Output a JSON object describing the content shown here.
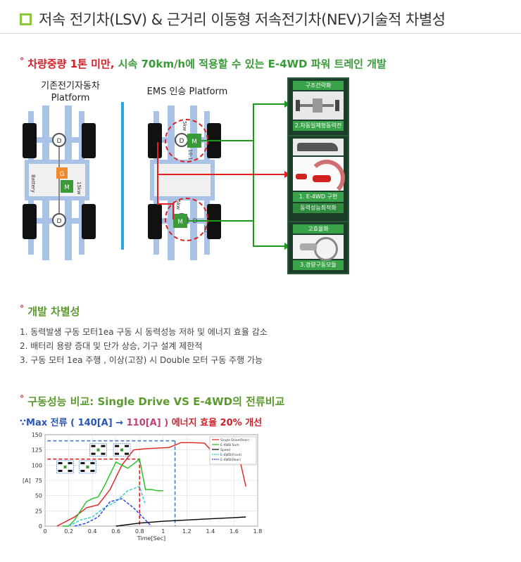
{
  "title": "저속 전기차(LSV) & 근거리 이동형 저속전기차(NEV)기술적 차별성",
  "subtitle1": {
    "bullet": "°",
    "red_part": "차량중량 1톤 미만,",
    "green_part": "시속 70km/h에 적용할 수 있는 E-4WD 파워 트레인 개발"
  },
  "diagram": {
    "left_label_1": "기존전기자동차",
    "left_label_2": "Platform",
    "right_label": "EMS 인승 Platform",
    "battery_label": "Battery",
    "motor_label": "M",
    "gen_label": "G",
    "kw_label_left": "15kw",
    "kw_label_right_top": "5kw",
    "kw_label_right_bottom": "5kw",
    "gear_top": "10:1",
    "gear_bottom": "5:1",
    "diff_label": "D",
    "panels": [
      {
        "head": "구조간략화",
        "label": "2.차동일체형동력전"
      },
      {
        "label": "1. E-4WD 구현",
        "label2": "동력성능최적화"
      },
      {
        "head": "고효율화",
        "label": "3.경량구동모듈"
      }
    ]
  },
  "section2": {
    "bullet": "°",
    "heading": "개발 차별성",
    "items": [
      "1. 동력발생 구동 모터1ea 구동 시 동력성능 저하 및 에너지 효율 감소",
      "2. 배터리 용량 증대 및 단가 상승, 기구 설계 제한적",
      "3. 구동 모터 1ea 주행 , 이상(고장) 시 Double 모터 구동 주행 가능"
    ]
  },
  "section3": {
    "bullet": "°",
    "heading": "구동성능 비교: Single Drive VS E-4WD의 전류비교",
    "max_prefix": "∵Max 전류 ( 140[A] →",
    "max_value": "110[A] )",
    "max_suffix": "에너지 효율 20% 개선"
  },
  "chart_data": {
    "type": "line",
    "xlabel": "Time[Sec]",
    "ylabel": "[A]",
    "xlim": [
      0,
      1.8
    ],
    "ylim": [
      0,
      150
    ],
    "xticks": [
      "0",
      "0.2",
      "0.4",
      "0.6",
      "0.8",
      "1",
      "1.2",
      "1.4",
      "1.6",
      "1.8"
    ],
    "yticks": [
      "0",
      "25",
      "50",
      "75",
      "100",
      "125",
      "150"
    ],
    "grid": true,
    "legend_position": "top-right",
    "series": [
      {
        "name": "Single Drive(Rear)",
        "color": "#e02020",
        "dash": false,
        "x": [
          0.1,
          0.25,
          0.35,
          0.45,
          0.55,
          0.65,
          0.75,
          0.85,
          0.95,
          1.05,
          1.15,
          1.25,
          1.35,
          1.45,
          1.55,
          1.65,
          1.7
        ],
        "y": [
          0,
          15,
          30,
          35,
          60,
          100,
          125,
          127,
          128,
          129,
          137,
          137,
          136,
          115,
          112,
          108,
          65
        ]
      },
      {
        "name": "E-4WD Sum",
        "color": "#20c020",
        "dash": false,
        "x": [
          0.15,
          0.2,
          0.25,
          0.3,
          0.35,
          0.4,
          0.45,
          0.5,
          0.55,
          0.6,
          0.65,
          0.7,
          0.75,
          0.8,
          0.85,
          0.9,
          0.95,
          1.0
        ],
        "y": [
          0,
          0,
          10,
          25,
          40,
          45,
          48,
          65,
          85,
          105,
          100,
          95,
          102,
          110,
          60,
          60,
          58,
          58
        ]
      },
      {
        "name": "Speed",
        "color": "#000000",
        "dash": false,
        "x": [
          0.6,
          0.8,
          1.0,
          1.2,
          1.4,
          1.6,
          1.7
        ],
        "y": [
          0,
          5,
          8,
          10,
          12,
          14,
          15
        ]
      },
      {
        "name": "E-4WD(Front)",
        "color": "#20d0d0",
        "dash": true,
        "x": [
          0.2,
          0.3,
          0.4,
          0.5,
          0.6,
          0.7,
          0.8,
          0.85
        ],
        "y": [
          0,
          10,
          15,
          30,
          40,
          58,
          65,
          35
        ]
      },
      {
        "name": "E-4WD(Rear)",
        "color": "#2040e0",
        "dash": true,
        "x": [
          0.25,
          0.35,
          0.45,
          0.55,
          0.65,
          0.75,
          0.85,
          0.9
        ],
        "y": [
          0,
          5,
          15,
          40,
          45,
          30,
          10,
          0
        ]
      }
    ]
  }
}
